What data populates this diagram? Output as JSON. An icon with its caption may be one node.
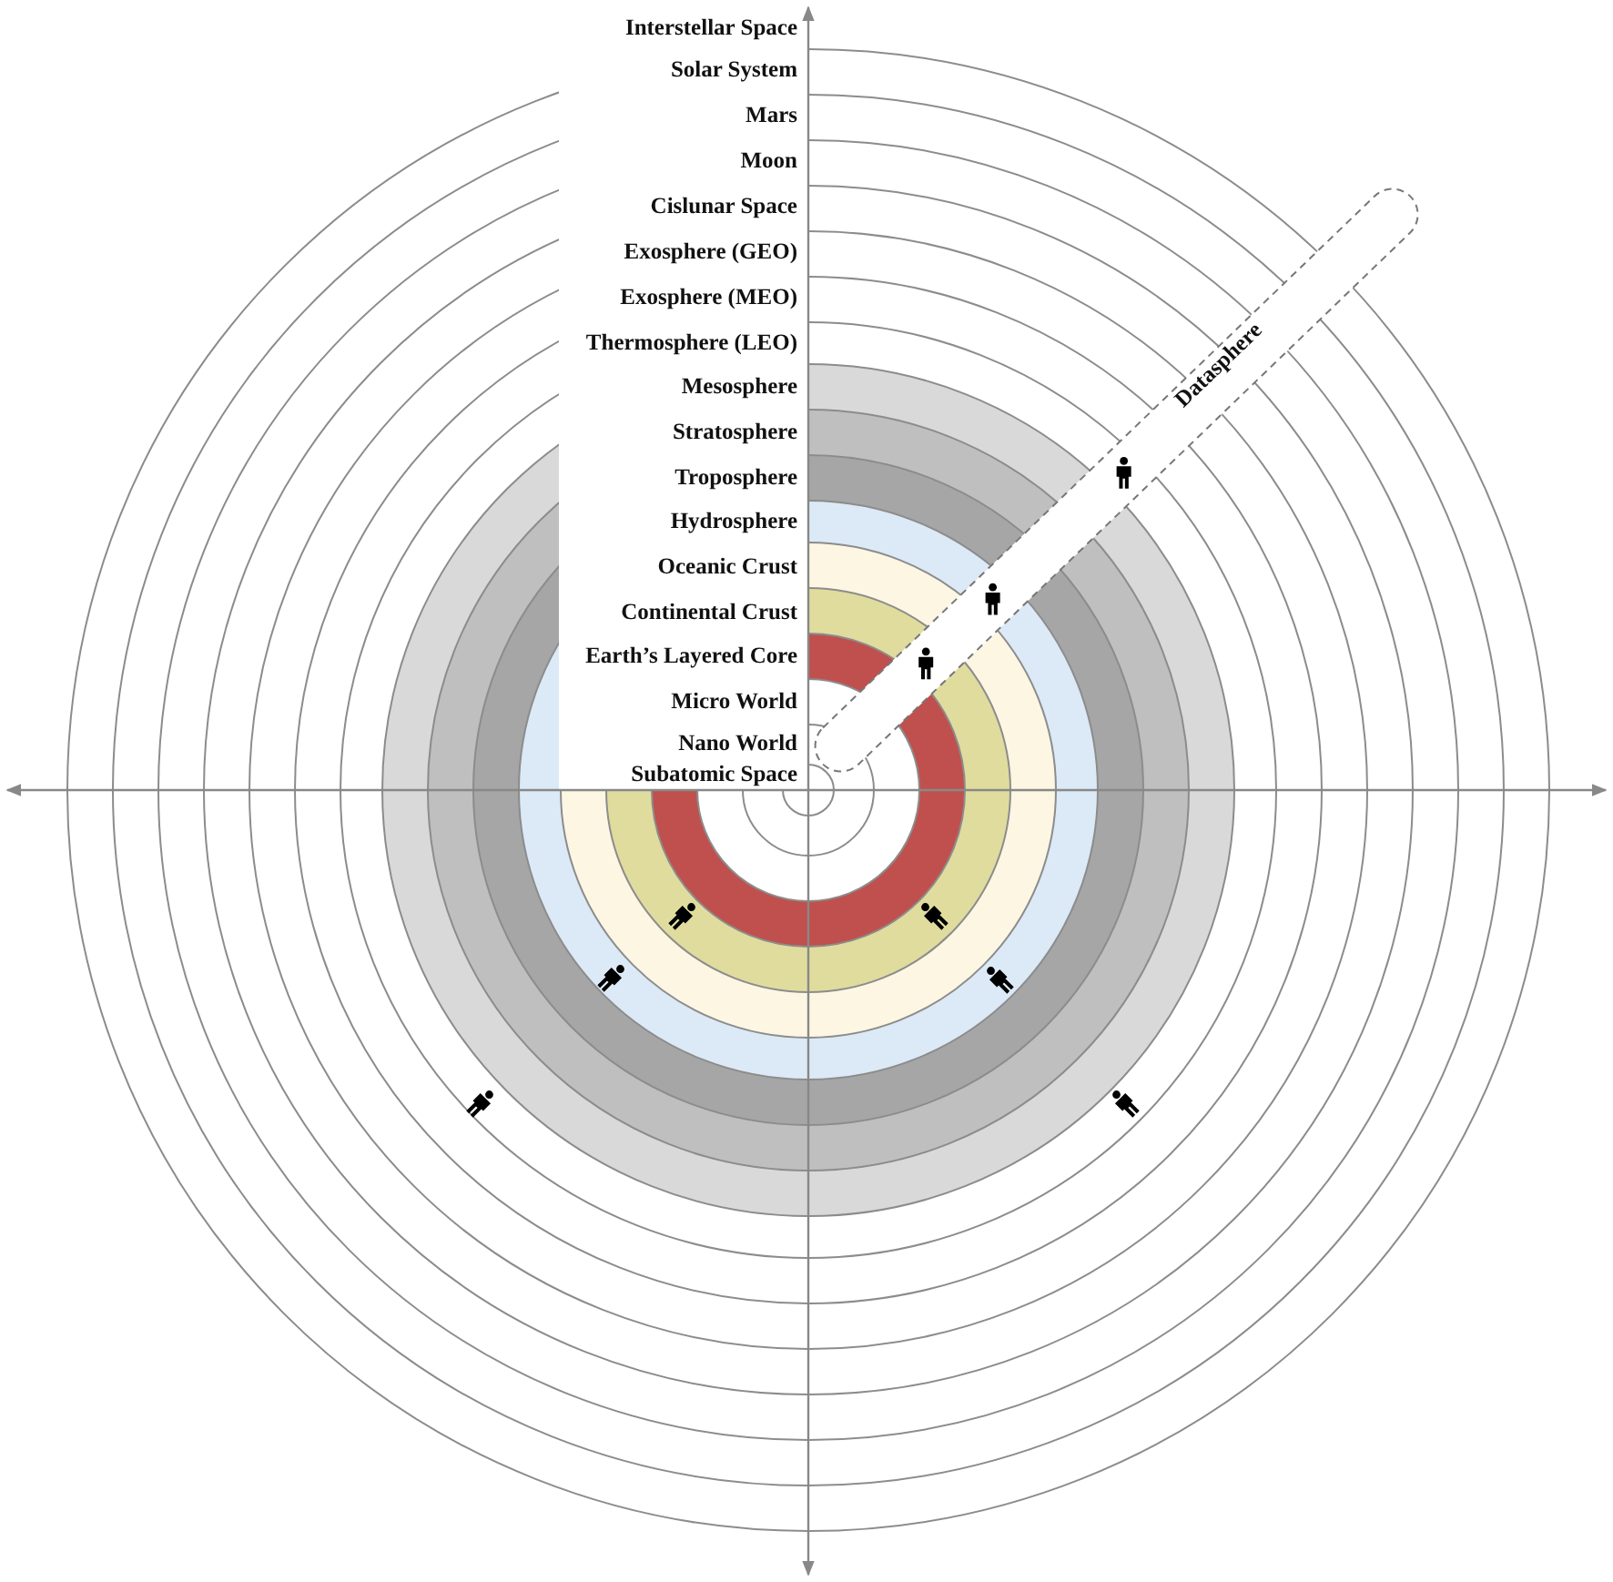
{
  "diagram": {
    "nodes": [
      {
        "text": [
          "Datasphere"
        ]
      }
    ],
    "edges": [],
    "labels": [
      "Interstellar Space",
      "Solar System",
      "Mars",
      "Moon",
      "Cislunar Space",
      "Exosphere (GEO)",
      "Exosphere (MEO)",
      "Thermosphere (LEO)",
      "Mesosphere",
      "Stratosphere",
      "Troposphere",
      "Hydrosphere",
      "Oceanic Crust",
      "Continental Crust",
      "Earth’s Layered Core",
      "Micro World",
      "Nano World",
      "Subatomic Space"
    ]
  }
}
